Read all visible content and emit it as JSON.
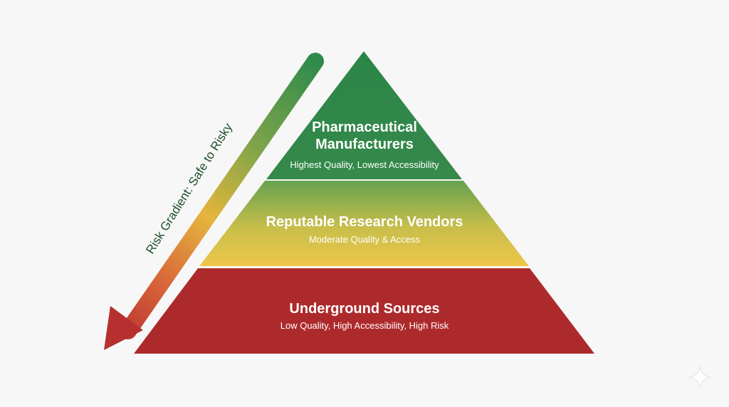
{
  "pyramid": {
    "tiers": [
      {
        "title_lines": [
          "Pharmaceutical",
          "Manufacturers"
        ],
        "subtitle": "Highest Quality, Lowest Accessibility"
      },
      {
        "title_lines": [
          "Reputable Research Vendors"
        ],
        "subtitle": "Moderate Quality & Access"
      },
      {
        "title_lines": [
          "Underground Sources"
        ],
        "subtitle": "Low Quality, High Accessibility, High Risk"
      }
    ]
  },
  "risk_arrow": {
    "label": "Risk Gradient: Safe to Risky"
  },
  "colors": {
    "green": "#2f8a4b",
    "yellow": "#eec64a",
    "red": "#ad2a2c",
    "background": "#f7f7f7"
  },
  "icons": {
    "corner": "sparkle-icon"
  }
}
